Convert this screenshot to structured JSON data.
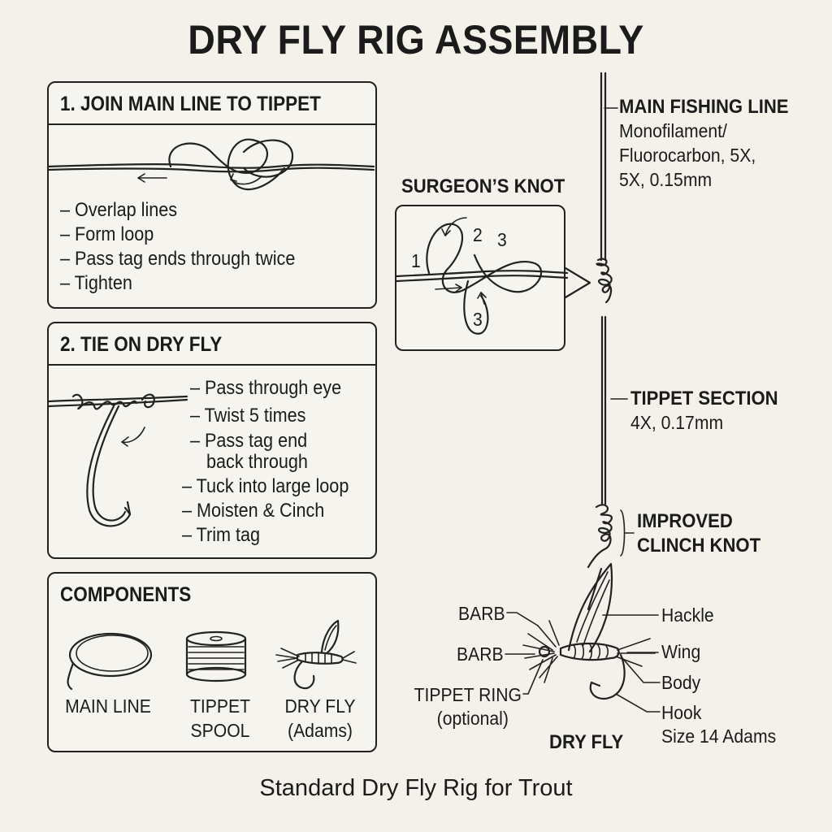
{
  "title": "DRY FLY RIG ASSEMBLY",
  "panel1": {
    "title": "1. JOIN MAIN LINE TO TIPPET",
    "steps": [
      "– Overlap lines",
      "– Form loop",
      "– Pass tag ends through twice",
      "– Tighten"
    ]
  },
  "panel2": {
    "title": "2. TIE ON DRY FLY",
    "steps": [
      "– Pass through eye",
      "– Twist 5 times",
      "– Pass tag end",
      "back through",
      "– Tuck into large loop",
      "– Moisten & Cinch",
      "– Trim tag"
    ]
  },
  "panel3": {
    "title": "COMPONENTS",
    "items": [
      {
        "label": "MAIN LINE",
        "label2": "",
        "icon": "coiled-line-icon"
      },
      {
        "label": "TIPPET",
        "label2": "SPOOL",
        "icon": "spool-icon"
      },
      {
        "label": "DRY FLY",
        "label2": "(Adams)",
        "icon": "dry-fly-icon"
      }
    ]
  },
  "surgeons_knot": {
    "title": "SURGEON’S KNOT",
    "step_numbers": [
      "1",
      "2",
      "3",
      "3"
    ]
  },
  "main_line": {
    "title": "MAIN FISHING LINE",
    "lines": [
      "Monofilament/",
      "Fluorocarbon, 5X,",
      "5X, 0.15mm"
    ]
  },
  "tippet": {
    "title": "TIPPET SECTION",
    "spec": "4X, 0.17mm"
  },
  "clinch_knot": {
    "title_line1": "IMPROVED",
    "title_line2": "CLINCH KNOT"
  },
  "fly_labels": {
    "left": [
      "BARB",
      "BARB",
      "TIPPET RING",
      "(optional)"
    ],
    "right": [
      "Hackle",
      "Wing",
      "Body",
      "Hook",
      "Size 14 Adams"
    ],
    "caption": "DRY FLY"
  },
  "footer": "Standard Dry Fly Rig for Trout"
}
